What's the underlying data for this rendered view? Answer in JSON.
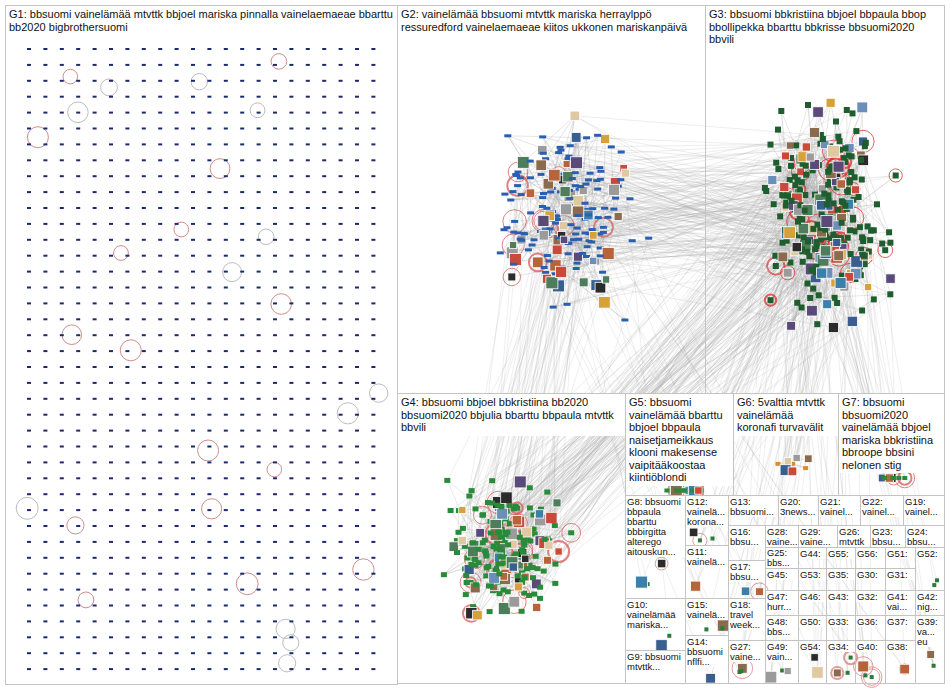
{
  "diagram": {
    "nodes": [
      {
        "text": [
          "G1: bbsuomi vainelämää mtvttk bbjoel mariska pinnalla vainelaemaeae bbarttu bb2020 bigbrothersuomi"
        ]
      },
      {
        "text": [
          "G2: vainelämää bbsuomi mtvttk mariska herraylppö ressuredford vainelaemaeae kiitos ukkonen mariskanpäivä"
        ]
      },
      {
        "text": [
          "G3: bbsuomi bbkristiina bbjoel bbpaula bbop bbollipekka bbarttu bbkrisse bbsuomi2020 bbvili"
        ]
      },
      {
        "text": [
          "G4: bbsuomi bbjoel bbkristiina bb2020 bbsuomi2020 bbjulia bbarttu bbpaula mtvttk bbvili"
        ]
      },
      {
        "text": [
          "G5: bbsuomi vainelämää bbarttu bbjoel bbpaula naisetjameikkaus klooni makesense vaipitääkoostaa kiintiöblondi"
        ]
      },
      {
        "text": [
          "G6: 5valttia mtvttk vainelämää koronafi turvavälit"
        ]
      },
      {
        "text": [
          "G7: bbsuomi bbsuomi2020 vainelämää bbjoel mariska bbkristiina bbroope bbsini nelonen stig"
        ]
      },
      {
        "text": [
          "G8: bbsuomi bbpaula bbarttu bbbirgitta alterego aitouskun..."
        ]
      },
      {
        "text": [
          "G12: vainelä... korona..."
        ]
      },
      {
        "text": [
          "G13: bbsuomi..."
        ]
      },
      {
        "text": [
          "G20: 3news..."
        ]
      },
      {
        "text": [
          "G21: vainel..."
        ]
      },
      {
        "text": [
          "G22: vainel..."
        ]
      },
      {
        "text": [
          "G19: vainel..."
        ]
      },
      {
        "text": [
          "G16: bbsu..."
        ]
      },
      {
        "text": [
          "G28: vaine..."
        ]
      },
      {
        "text": [
          "G29: vaine..."
        ]
      },
      {
        "text": [
          "G26: mtvttk"
        ]
      },
      {
        "text": [
          "G23: bbsu..."
        ]
      },
      {
        "text": [
          "G24: bbsu..."
        ]
      },
      {
        "text": [
          "G11: vainelä..."
        ]
      },
      {
        "text": [
          "G25: bbs..."
        ]
      },
      {
        "text": [
          "G44:"
        ]
      },
      {
        "text": [
          "G55:"
        ]
      },
      {
        "text": [
          "G56:"
        ]
      },
      {
        "text": [
          "G51:"
        ]
      },
      {
        "text": [
          "G52:"
        ]
      },
      {
        "text": [
          "G17: bbsu..."
        ]
      },
      {
        "text": [
          "G45:"
        ]
      },
      {
        "text": [
          "G53:"
        ]
      },
      {
        "text": [
          "G35:"
        ]
      },
      {
        "text": [
          "G30:"
        ]
      },
      {
        "text": [
          "G31:"
        ]
      },
      {
        "text": [
          "G10: vainelämää mariska..."
        ]
      },
      {
        "text": [
          "G15: vainelä..."
        ]
      },
      {
        "text": [
          "G18: travel week..."
        ]
      },
      {
        "text": [
          "G47: hurr..."
        ]
      },
      {
        "text": [
          "G46:"
        ]
      },
      {
        "text": [
          "G43:"
        ]
      },
      {
        "text": [
          "G32:"
        ]
      },
      {
        "text": [
          "G41: vai..."
        ]
      },
      {
        "text": [
          "G42: nig..."
        ]
      },
      {
        "text": [
          "G48: bbs..."
        ]
      },
      {
        "text": [
          "G50:"
        ]
      },
      {
        "text": [
          "G33:"
        ]
      },
      {
        "text": [
          "G36:"
        ]
      },
      {
        "text": [
          "G37:"
        ]
      },
      {
        "text": [
          "G39: va... eu"
        ]
      },
      {
        "text": [
          "G14: bbsuomi nflfi..."
        ]
      },
      {
        "text": [
          "G27: vaine..."
        ]
      },
      {
        "text": [
          "G49: vain..."
        ]
      },
      {
        "text": [
          "G54:"
        ]
      },
      {
        "text": [
          "G34:"
        ]
      },
      {
        "text": [
          "G40:"
        ]
      },
      {
        "text": [
          "G38:"
        ]
      },
      {
        "text": [
          "G9: bbsuomi mtvttk..."
        ]
      }
    ]
  }
}
